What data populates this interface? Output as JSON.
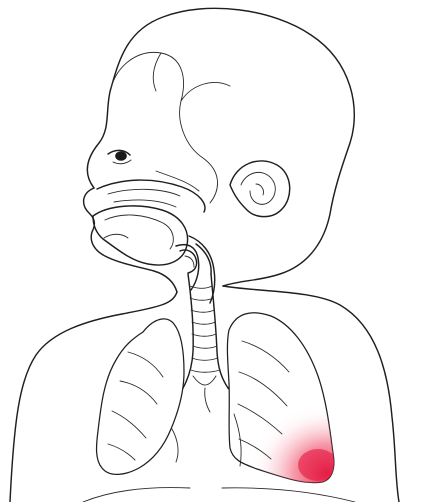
{
  "colors": {
    "background": "#ffffff",
    "line": "#1f1f1f",
    "highlight": "#e51a42"
  },
  "diagram": {
    "parts": [
      "head-outline",
      "ear",
      "eye",
      "nasal-cavity",
      "oral-cavity",
      "trachea",
      "left-lung",
      "right-lung",
      "lower-lobe-highlight"
    ]
  }
}
